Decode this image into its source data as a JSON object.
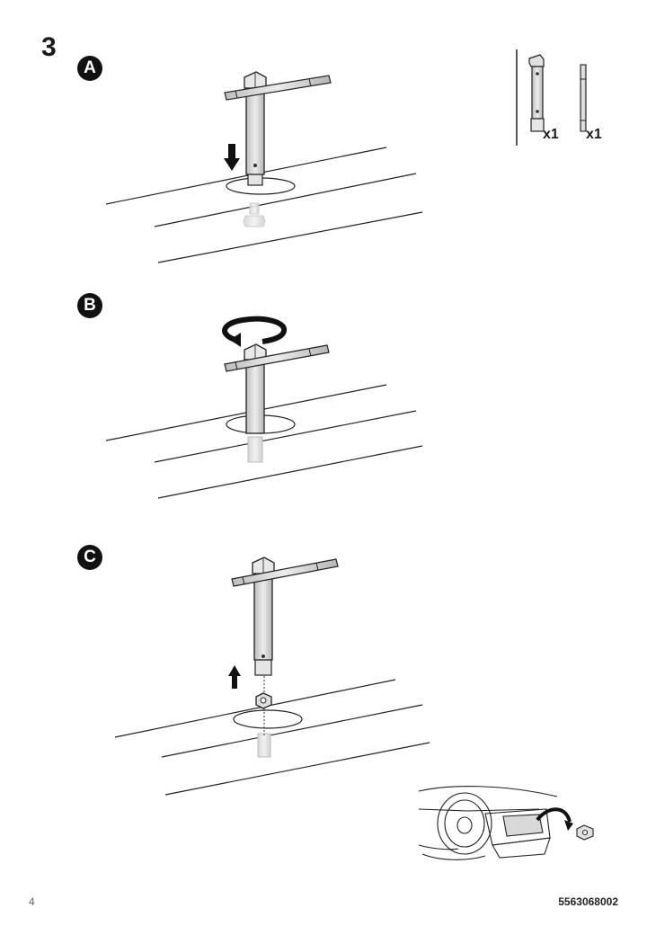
{
  "step": {
    "number": "3"
  },
  "substeps": [
    {
      "label": "A",
      "action": "push-down"
    },
    {
      "label": "B",
      "action": "rotate"
    },
    {
      "label": "C",
      "action": "lift-up"
    }
  ],
  "parts": [
    {
      "name": "socket-wrench",
      "quantity": "x1"
    },
    {
      "name": "tommy-bar",
      "quantity": "x1"
    }
  ],
  "footer": {
    "page_number": "4",
    "article_number": "5563068002"
  }
}
